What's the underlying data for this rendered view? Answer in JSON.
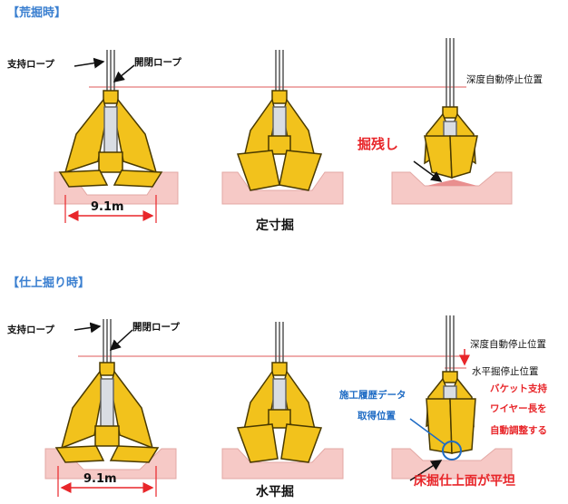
{
  "sections": {
    "rough": {
      "heading": "【荒掘時】",
      "support_rope": "支持ロープ",
      "open_close_rope": "開閉ロープ",
      "depth_stop": "深度自動停止位置",
      "width": "9.1m",
      "caption": "定寸掘",
      "remaining": "掘残し"
    },
    "finish": {
      "heading": "【仕上掘り時】",
      "support_rope": "支持ロープ",
      "open_close_rope": "開閉ロープ",
      "depth_stop": "深度自動停止位置",
      "horizontal_stop": "水平掘停止位置",
      "bucket_adjust_1": "バケット支持",
      "bucket_adjust_2": "ワイヤー長を",
      "bucket_adjust_3": "自動調整する",
      "history_1": "施工履歴データ",
      "history_2": "取得位置",
      "width": "9.1m",
      "caption": "水平掘",
      "flat": "床掘仕上面が平坦"
    }
  },
  "colors": {
    "bucket": "#f2c21c",
    "outline": "#4a3a00",
    "seabed": "#f6c9c6",
    "stop_line": "#e57b7b",
    "heading": "#3a7fd0",
    "red_text": "#e8262a",
    "blue_text": "#1e6bc4"
  }
}
